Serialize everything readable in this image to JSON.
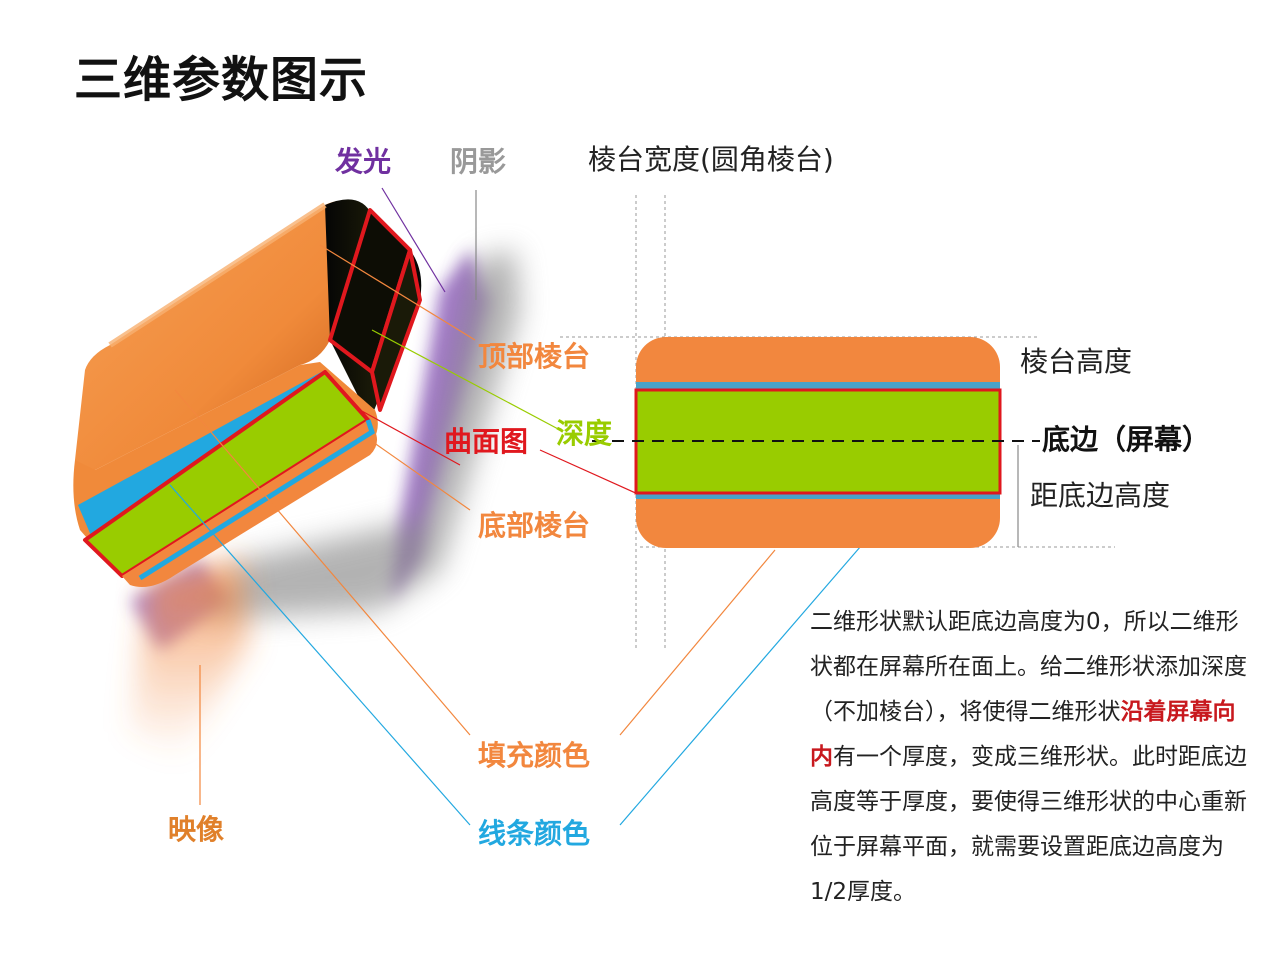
{
  "title": "三维参数图示",
  "labels": {
    "glow": "发光",
    "shadow": "阴影",
    "bevel_width": "棱台宽度(圆角棱台)",
    "top_bevel": "顶部棱台",
    "bevel_height": "棱台高度",
    "depth": "深度",
    "contour": "曲面图",
    "baseline": "底边（屏幕）",
    "bottom_bevel": "底部棱台",
    "distance_from_ground": "距底边高度",
    "fill_color": "填充颜色",
    "line_color": "线条颜色",
    "reflection": "映像"
  },
  "description": {
    "part1": "二维形状默认距底边高度为0，所以二维形状都在屏幕所在面上。给二维形状添加深度（不加棱台），将使得二维形状",
    "highlight": "沿着屏幕向内",
    "part2": "有一个厚度，变成三维形状。此时距底边高度等于厚度，要使得三维形状的中心重新位于屏幕平面，就需要设置距底边高度为1/2厚度。"
  },
  "colors": {
    "orange": "#f2873e",
    "green": "#99cc00",
    "blue": "#22a8e0",
    "red": "#e0181e",
    "purple": "#7030a0",
    "gray": "#999999"
  }
}
